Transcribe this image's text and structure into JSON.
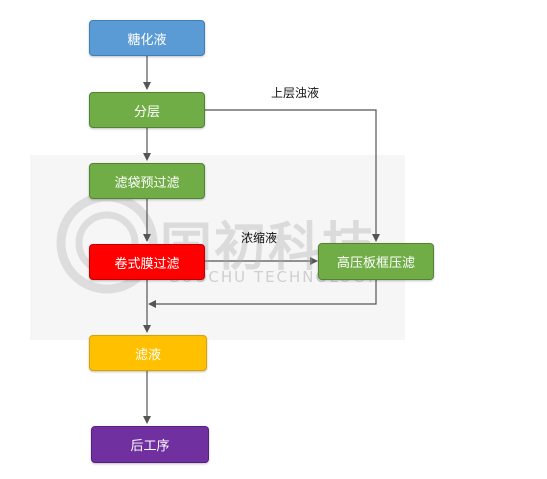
{
  "nodes": {
    "saccharification": {
      "label": "糖化液",
      "color": "#5b9bd5",
      "border": "#3f7fb8"
    },
    "layering": {
      "label": "分层",
      "color": "#70ad47",
      "border": "#548235"
    },
    "bag_filter": {
      "label": "滤袋预过滤",
      "color": "#70ad47",
      "border": "#548235"
    },
    "membrane": {
      "label": "卷式膜过滤",
      "color": "#ff0000",
      "border": "#c00000"
    },
    "plate_frame": {
      "label": "高压板框压滤",
      "color": "#70ad47",
      "border": "#548235"
    },
    "filtrate": {
      "label": "滤液",
      "color": "#ffc000",
      "border": "#d9a300"
    },
    "next_process": {
      "label": "后工序",
      "color": "#7030a0",
      "border": "#55207f"
    }
  },
  "edge_labels": {
    "upper_turbid": "上层浊液",
    "concentrate": "浓缩液"
  },
  "watermark": {
    "cn": "国初科技",
    "en": "GUOCHU TECHNOLOGY"
  }
}
